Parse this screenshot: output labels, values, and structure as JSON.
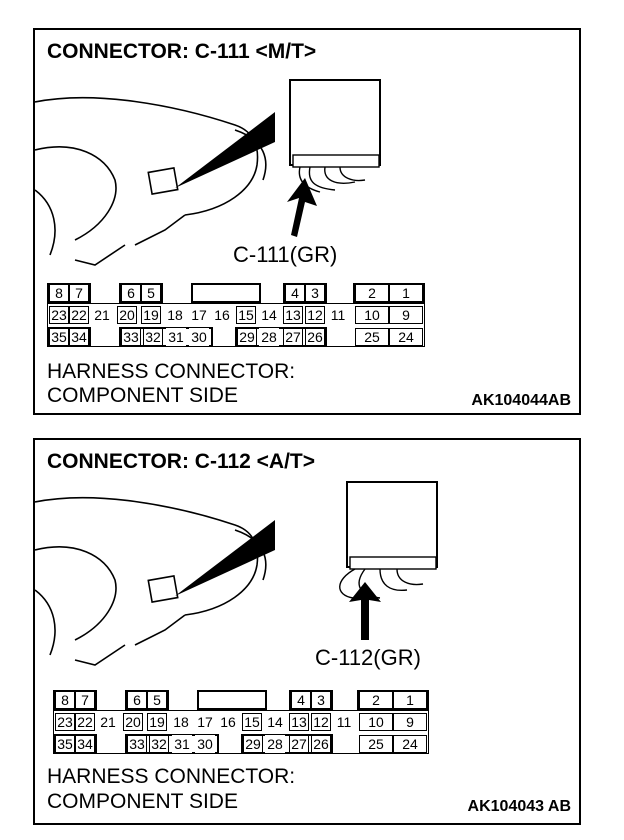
{
  "panels": [
    {
      "title": "CONNECTOR: C-111 <M/T>",
      "connector_label": "C-111(GR)",
      "footer_line1": "HARNESS CONNECTOR:",
      "footer_line2": "COMPONENT SIDE",
      "figure_code": "AK104044AB"
    },
    {
      "title": "CONNECTOR: C-112 <A/T>",
      "connector_label": "C-112(GR)",
      "footer_line1": "HARNESS CONNECTOR:",
      "footer_line2": "COMPONENT SIDE",
      "figure_code": "AK104043 AB"
    }
  ],
  "pins": {
    "row1": [
      "8",
      "7",
      "6",
      "5",
      "4",
      "3",
      "2",
      "1"
    ],
    "row2": [
      "23",
      "22",
      "21",
      "20",
      "19",
      "18",
      "17",
      "16",
      "15",
      "14",
      "13",
      "12",
      "11",
      "10",
      "9"
    ],
    "row3": [
      "35",
      "34",
      "33",
      "32",
      "31",
      "30",
      "29",
      "28",
      "27",
      "26",
      "25",
      "24"
    ]
  }
}
